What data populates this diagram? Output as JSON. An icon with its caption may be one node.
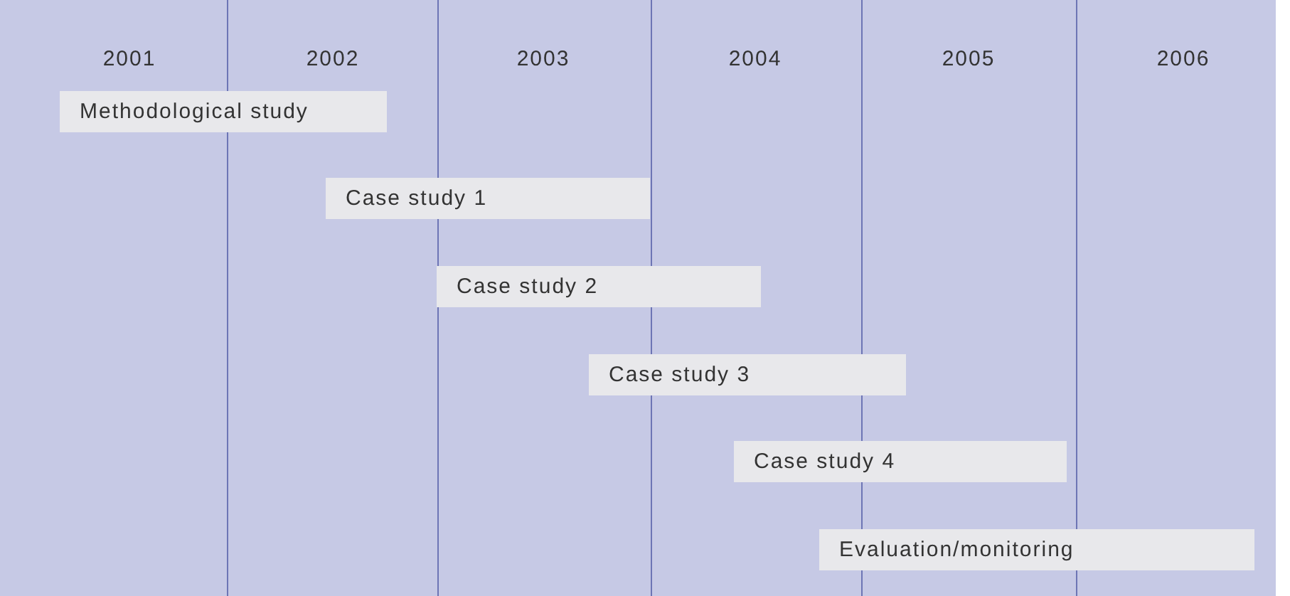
{
  "diagram": {
    "nodes": [
      {
        "text": [
          "Methodological study"
        ]
      },
      {
        "text": [
          "Case study 1"
        ]
      },
      {
        "text": [
          "Case study 2"
        ]
      },
      {
        "text": [
          "Case study 3"
        ]
      },
      {
        "text": [
          "Case study 4"
        ]
      },
      {
        "text": [
          "Evaluation/monitoring"
        ]
      }
    ],
    "labels": [
      "2001",
      "2002",
      "2003",
      "2004",
      "2005",
      "2006"
    ]
  }
}
